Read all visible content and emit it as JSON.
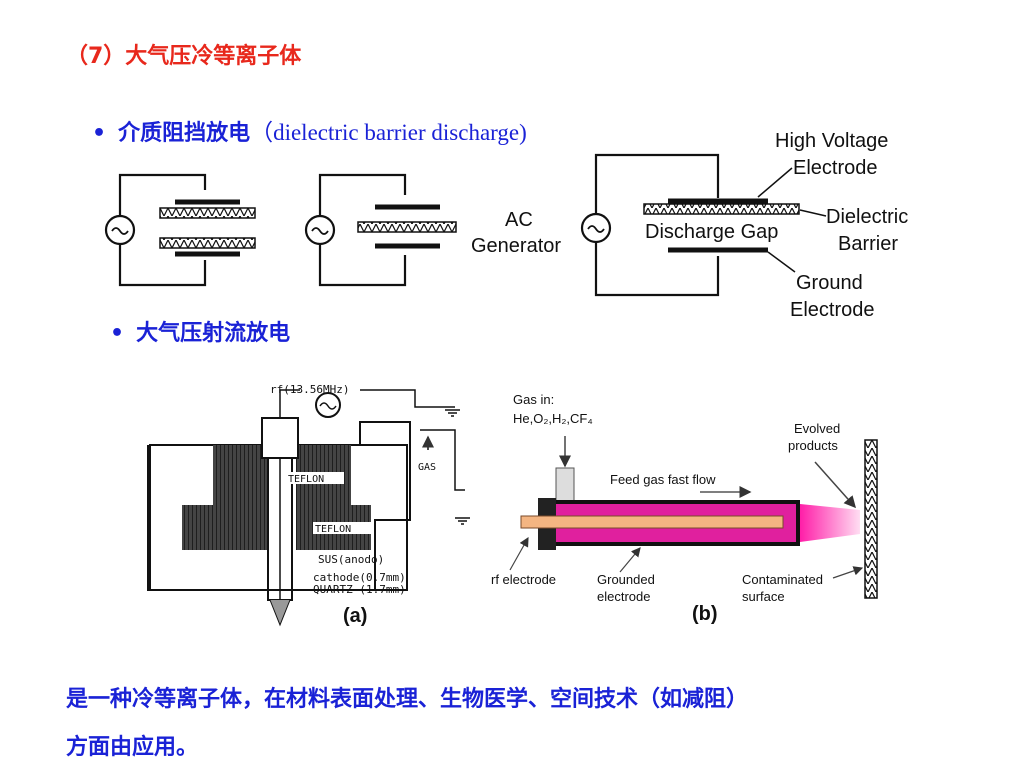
{
  "slide": {
    "title": "（7）大气压冷等离子体",
    "bullet1": {
      "zh": "介质阻挡放电",
      "en": "（dielectric barrier discharge)"
    },
    "bullet2": "大气压射流放电",
    "footer_line1": "是一种冷等离子体，在材料表面处理、生物医学、空间技术（如减阻）",
    "footer_line2": "方面由应用。"
  },
  "dbd_figure": {
    "ac_generator": [
      "AC",
      "Generator"
    ],
    "discharge_gap": "Discharge Gap",
    "high_voltage": [
      "High Voltage",
      "Electrode"
    ],
    "dielectric": [
      "Dielectric",
      "Barrier"
    ],
    "ground": [
      "Ground",
      "Electrode"
    ]
  },
  "jet_figure_a": {
    "rf": "rf(13.56MHz)",
    "gas": "GAS",
    "teflon1": "TEFLON",
    "teflon2": "TEFLON",
    "sus": "SUS(anodo)",
    "cathode": "cathode(0.7mm)",
    "quartz": "QUARTZ (1.7mm)",
    "caption": "(a)"
  },
  "jet_figure_b": {
    "gas_in": "Gas in:",
    "gas_list": "He,O₂,H₂,CF₄",
    "feed": "Feed gas fast flow",
    "evolved": [
      "Evolved",
      "products"
    ],
    "rf_electrode": "rf electrode",
    "grounded": [
      "Grounded",
      "electrode"
    ],
    "contaminated": [
      "Contaminated",
      "surface"
    ],
    "caption": "(b)"
  }
}
